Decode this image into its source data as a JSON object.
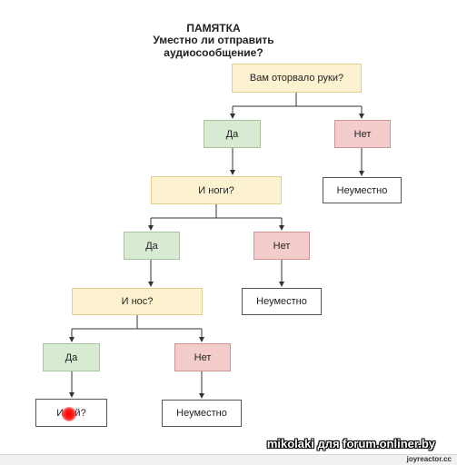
{
  "title": {
    "line1": "ПАМЯТКА",
    "line2": "Уместно ли отправить аудиосообщение?"
  },
  "nodes": {
    "q_hands": "Вам оторвало руки?",
    "yes_1": "Да",
    "no_1": "Нет",
    "end_1": "Неуместно",
    "q_legs": "И ноги?",
    "yes_2": "Да",
    "no_2": "Нет",
    "end_2": "Неуместно",
    "q_nose": "И нос?",
    "yes_3": "Да",
    "no_3": "Нет",
    "end_3": "Неуместно",
    "q_last": "И ...й?"
  },
  "watermark": "mikolaki для forum.onliner.by",
  "footer": "joyreactor.cc",
  "colors": {
    "question": "#fdf2cf",
    "yes": "#d9ead3",
    "no": "#f4cccc",
    "terminal": "#ffffff"
  }
}
